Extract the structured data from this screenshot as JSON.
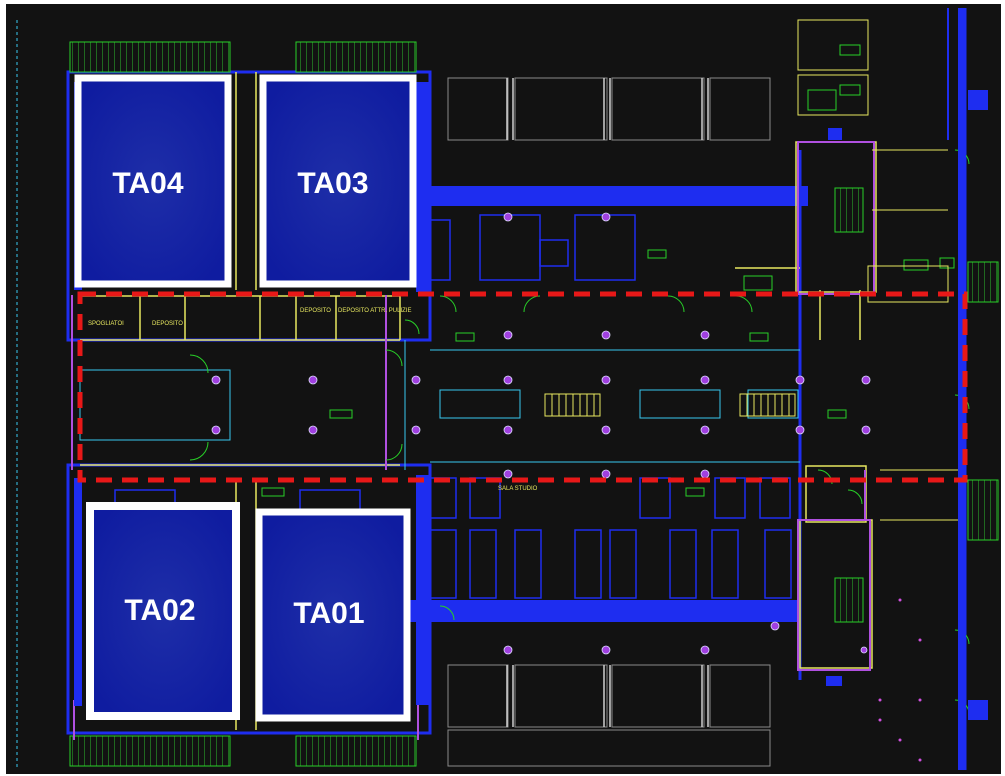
{
  "rooms": [
    {
      "id": "ta04",
      "label": "TA04"
    },
    {
      "id": "ta03",
      "label": "TA03"
    },
    {
      "id": "ta02",
      "label": "TA02"
    },
    {
      "id": "ta01",
      "label": "TA01"
    }
  ],
  "small_labels": {
    "spogliatoi": "SPOGLIATOI",
    "deposito_a": "DEPOSITO",
    "deposito_b": "DEPOSITO",
    "deposito_pulizie": "DEPOSITO ATTR. PULIZIE",
    "sala_studio": "SALA STUDIO"
  },
  "colors": {
    "background": "#121212",
    "room_fill": "#1c27a8",
    "room_border": "#ffffff",
    "wall_blue": "#1e2df0",
    "line_yellow": "#e8e860",
    "line_green": "#28d028",
    "line_cyan": "#38c8f0",
    "line_magenta": "#b050e0",
    "dashed_red": "#e81818"
  }
}
